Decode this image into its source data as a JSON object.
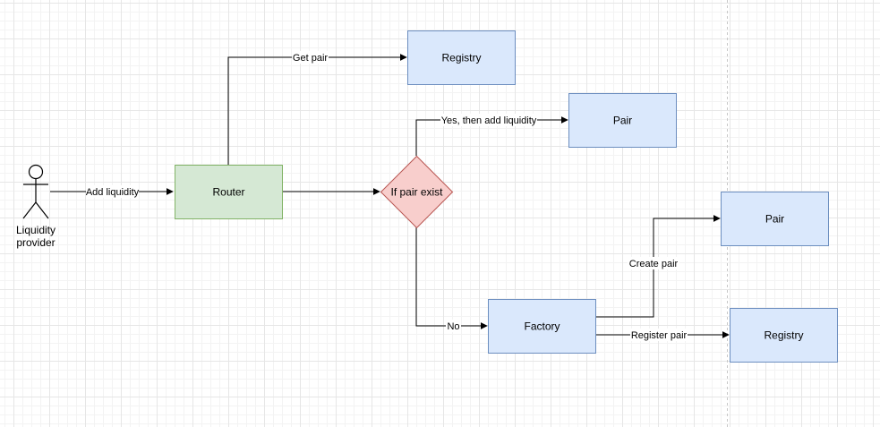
{
  "colors": {
    "green_fill": "#d5e8d4",
    "green_stroke": "#82b366",
    "blue_fill": "#dae8fc",
    "blue_stroke": "#6c8ebf",
    "red_fill": "#f8cecc",
    "red_stroke": "#b85450",
    "edge": "#000000"
  },
  "actor": {
    "label_line1": "Liquidity",
    "label_line2": "provider"
  },
  "nodes": {
    "router": "Router",
    "registry_top": "Registry",
    "pair_top": "Pair",
    "decision": "If pair exist",
    "pair_right": "Pair",
    "factory": "Factory",
    "registry_bottom": "Registry"
  },
  "edges": {
    "add_liquidity": "Add liquidity",
    "get_pair": "Get pair",
    "yes_add": "Yes, then add liquidity",
    "no": "No",
    "create_pair": "Create pair",
    "register_pair": "Register pair"
  }
}
